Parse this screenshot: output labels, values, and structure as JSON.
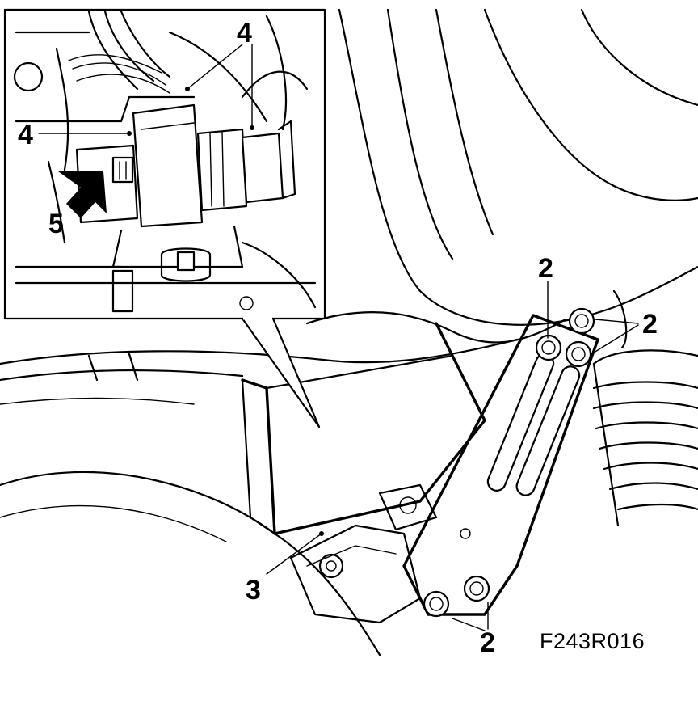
{
  "labels": {
    "detail_harness": "4",
    "detail_connector": "4",
    "detail_clip": "4",
    "detail_arrow": "5",
    "bracket": "3",
    "bolts_top": "2",
    "bolts_right": "2",
    "bolts_bottom": "2"
  },
  "figure_code": "F243R016"
}
